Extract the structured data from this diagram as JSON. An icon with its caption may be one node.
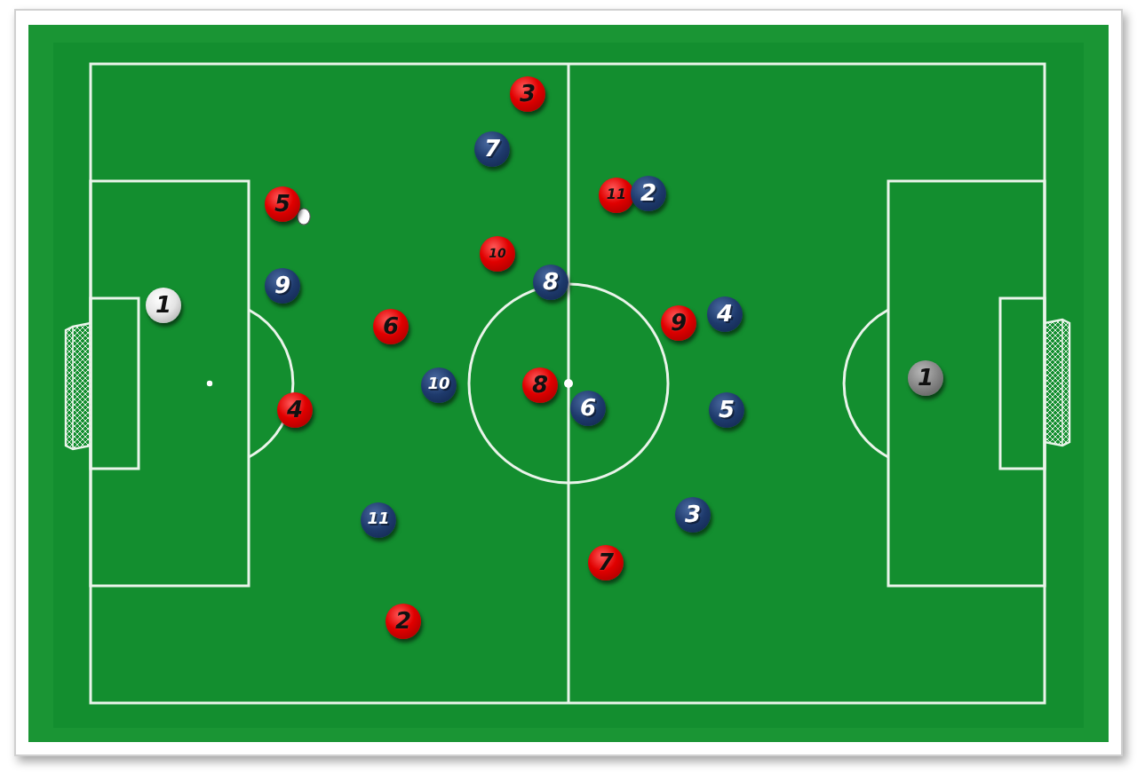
{
  "diagram": {
    "nodes": [
      {
        "text": [
          "3"
        ]
      },
      {
        "text": [
          "7"
        ]
      },
      {
        "text": [
          "5"
        ]
      },
      {
        "text": [
          "11"
        ]
      },
      {
        "text": [
          "2"
        ]
      },
      {
        "text": [
          "10"
        ]
      },
      {
        "text": [
          "9"
        ]
      },
      {
        "text": [
          "8"
        ]
      },
      {
        "text": [
          "1"
        ]
      },
      {
        "text": [
          "6"
        ]
      },
      {
        "text": [
          "9"
        ]
      },
      {
        "text": [
          "4"
        ]
      },
      {
        "text": [
          "1"
        ]
      },
      {
        "text": [
          "4"
        ]
      },
      {
        "text": [
          "10"
        ]
      },
      {
        "text": [
          "8"
        ]
      },
      {
        "text": [
          "6"
        ]
      },
      {
        "text": [
          "5"
        ]
      },
      {
        "text": [
          "11"
        ]
      },
      {
        "text": [
          "3"
        ]
      },
      {
        "text": [
          "7"
        ]
      },
      {
        "text": [
          "2"
        ]
      }
    ]
  }
}
